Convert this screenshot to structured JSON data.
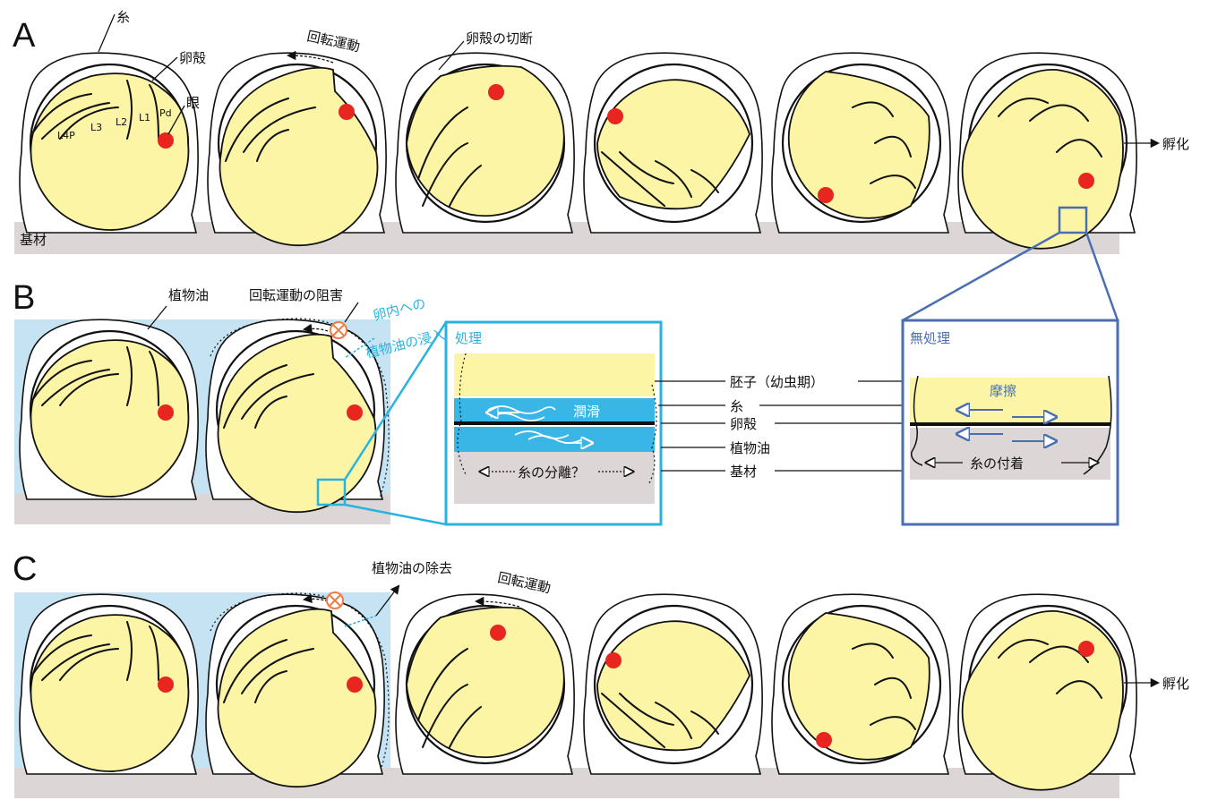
{
  "panels": {
    "a": "A",
    "b": "B",
    "c": "C"
  },
  "panel_a": {
    "thread": "糸",
    "eggshell": "卵殻",
    "eye": "眼",
    "rotation": "回転運動",
    "shell_cut": "卵殻の切断",
    "hatching": "孵化",
    "substrate": "基材",
    "legs": [
      "L4P",
      "L3",
      "L2",
      "L1",
      "Pd"
    ]
  },
  "panel_b": {
    "vegetable_oil": "植物油",
    "rotation_inhibited": "回転運動の阻害",
    "oil_infiltration_line1": "卵内への",
    "oil_infiltration_line2": "植物油の浸入",
    "treated": "処理",
    "untreated": "無処理",
    "lubrication": "潤滑",
    "thread_separation": "糸の分離？",
    "friction": "摩擦",
    "thread_attachment": "糸の付着",
    "labels": {
      "embryo": "胚子（幼虫期）",
      "thread": "糸",
      "eggshell": "卵殻",
      "oil": "植物油",
      "substrate": "基材"
    }
  },
  "panel_c": {
    "oil_removal": "植物油の除去",
    "rotation": "回転運動",
    "hatching": "孵化"
  },
  "colors": {
    "embryo": "#fbf5a5",
    "oil": "#c5e3f2",
    "oil_layer": "#3ab6e6",
    "substrate": "#dcd6d6",
    "eye": "#e8251f",
    "treated_frame": "#2bb3e0",
    "untreated_frame": "#4a6fb0",
    "inhibit_mark": "#f07b45"
  }
}
